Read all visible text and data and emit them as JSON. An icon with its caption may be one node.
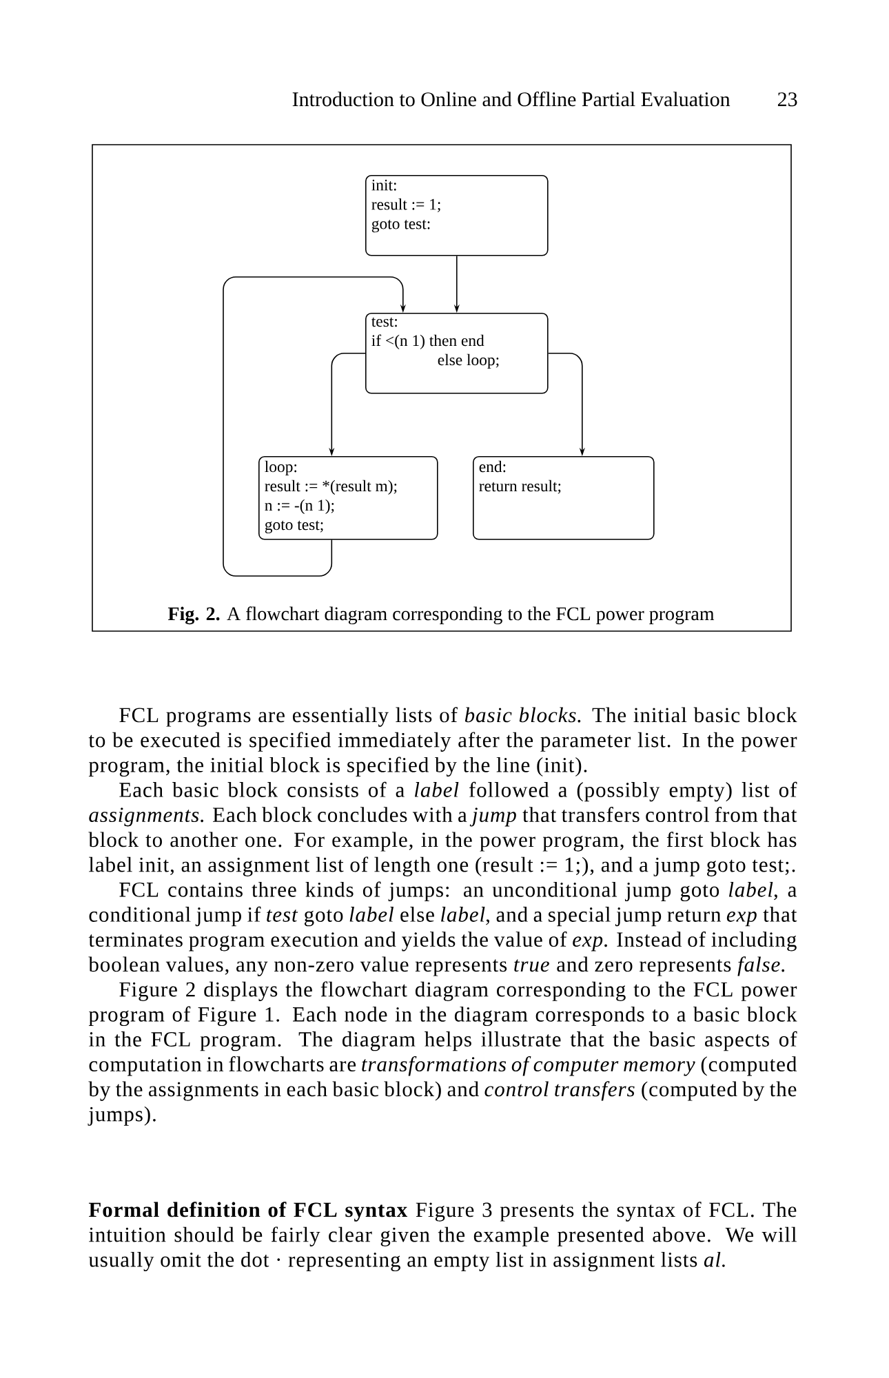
{
  "diagram": {
    "caption": "**Fig. 2.** A flowchart diagram corresponding to the FCL power program",
    "nodes": [
      {
        "text": [
          "init:",
          "result := 1;",
          "goto test:"
        ]
      },
      {
        "text": [
          "test:",
          "if <(n 1) then end",
          "else loop;"
        ]
      },
      {
        "text": [
          "loop:",
          "result := *(result m);",
          "n := -(n 1);",
          "goto test;"
        ]
      },
      {
        "text": [
          "end:",
          "return result;"
        ]
      }
    ],
    "edges": [
      {
        "from": 0,
        "to": 1,
        "arrow": "to"
      },
      {
        "from": 1,
        "to": 2,
        "arrow": "to"
      },
      {
        "from": 1,
        "to": 3,
        "arrow": "to"
      },
      {
        "from": 2,
        "to": 1,
        "arrow": "to"
      }
    ],
    "labels": [
      "Introduction to Online and Offline Partial Evaluation",
      "23",
      "FCL programs are essentially lists of *basic blocks*. The initial basic block to be executed is specified immediately after the parameter list. In the power program, the initial block is specified by the line (init).",
      "Each basic block consists of a *label* followed a (possibly empty) list of *assignments*. Each block concludes with a *jump* that transfers control from that block to another one. For example, in the power program, the first block has label init, an assignment list of length one (result := 1;), and a jump goto test;.",
      "FCL contains three kinds of jumps: an unconditional jump goto *label*, a conditional jump if *test* goto *label* else *label*, and a special jump return *exp* that terminates program execution and yields the value of *exp*. Instead of including boolean values, any non-zero value represents *true* and zero represents *false*.",
      "Figure 2 displays the flowchart diagram corresponding to the FCL power program of Figure 1. Each node in the diagram corresponds to a basic block in the FCL program. The diagram helps illustrate that the basic aspects of computation in flowcharts are *transformations of computer memory* (computed by the assignments in each basic block) and *control transfers* (computed by the jumps).",
      "**Formal definition of FCL syntax** Figure 3 presents the syntax of FCL. The intuition should be fairly clear given the example presented above. We will usually omit the dot · representing an empty list in assignment lists *al*."
    ]
  }
}
